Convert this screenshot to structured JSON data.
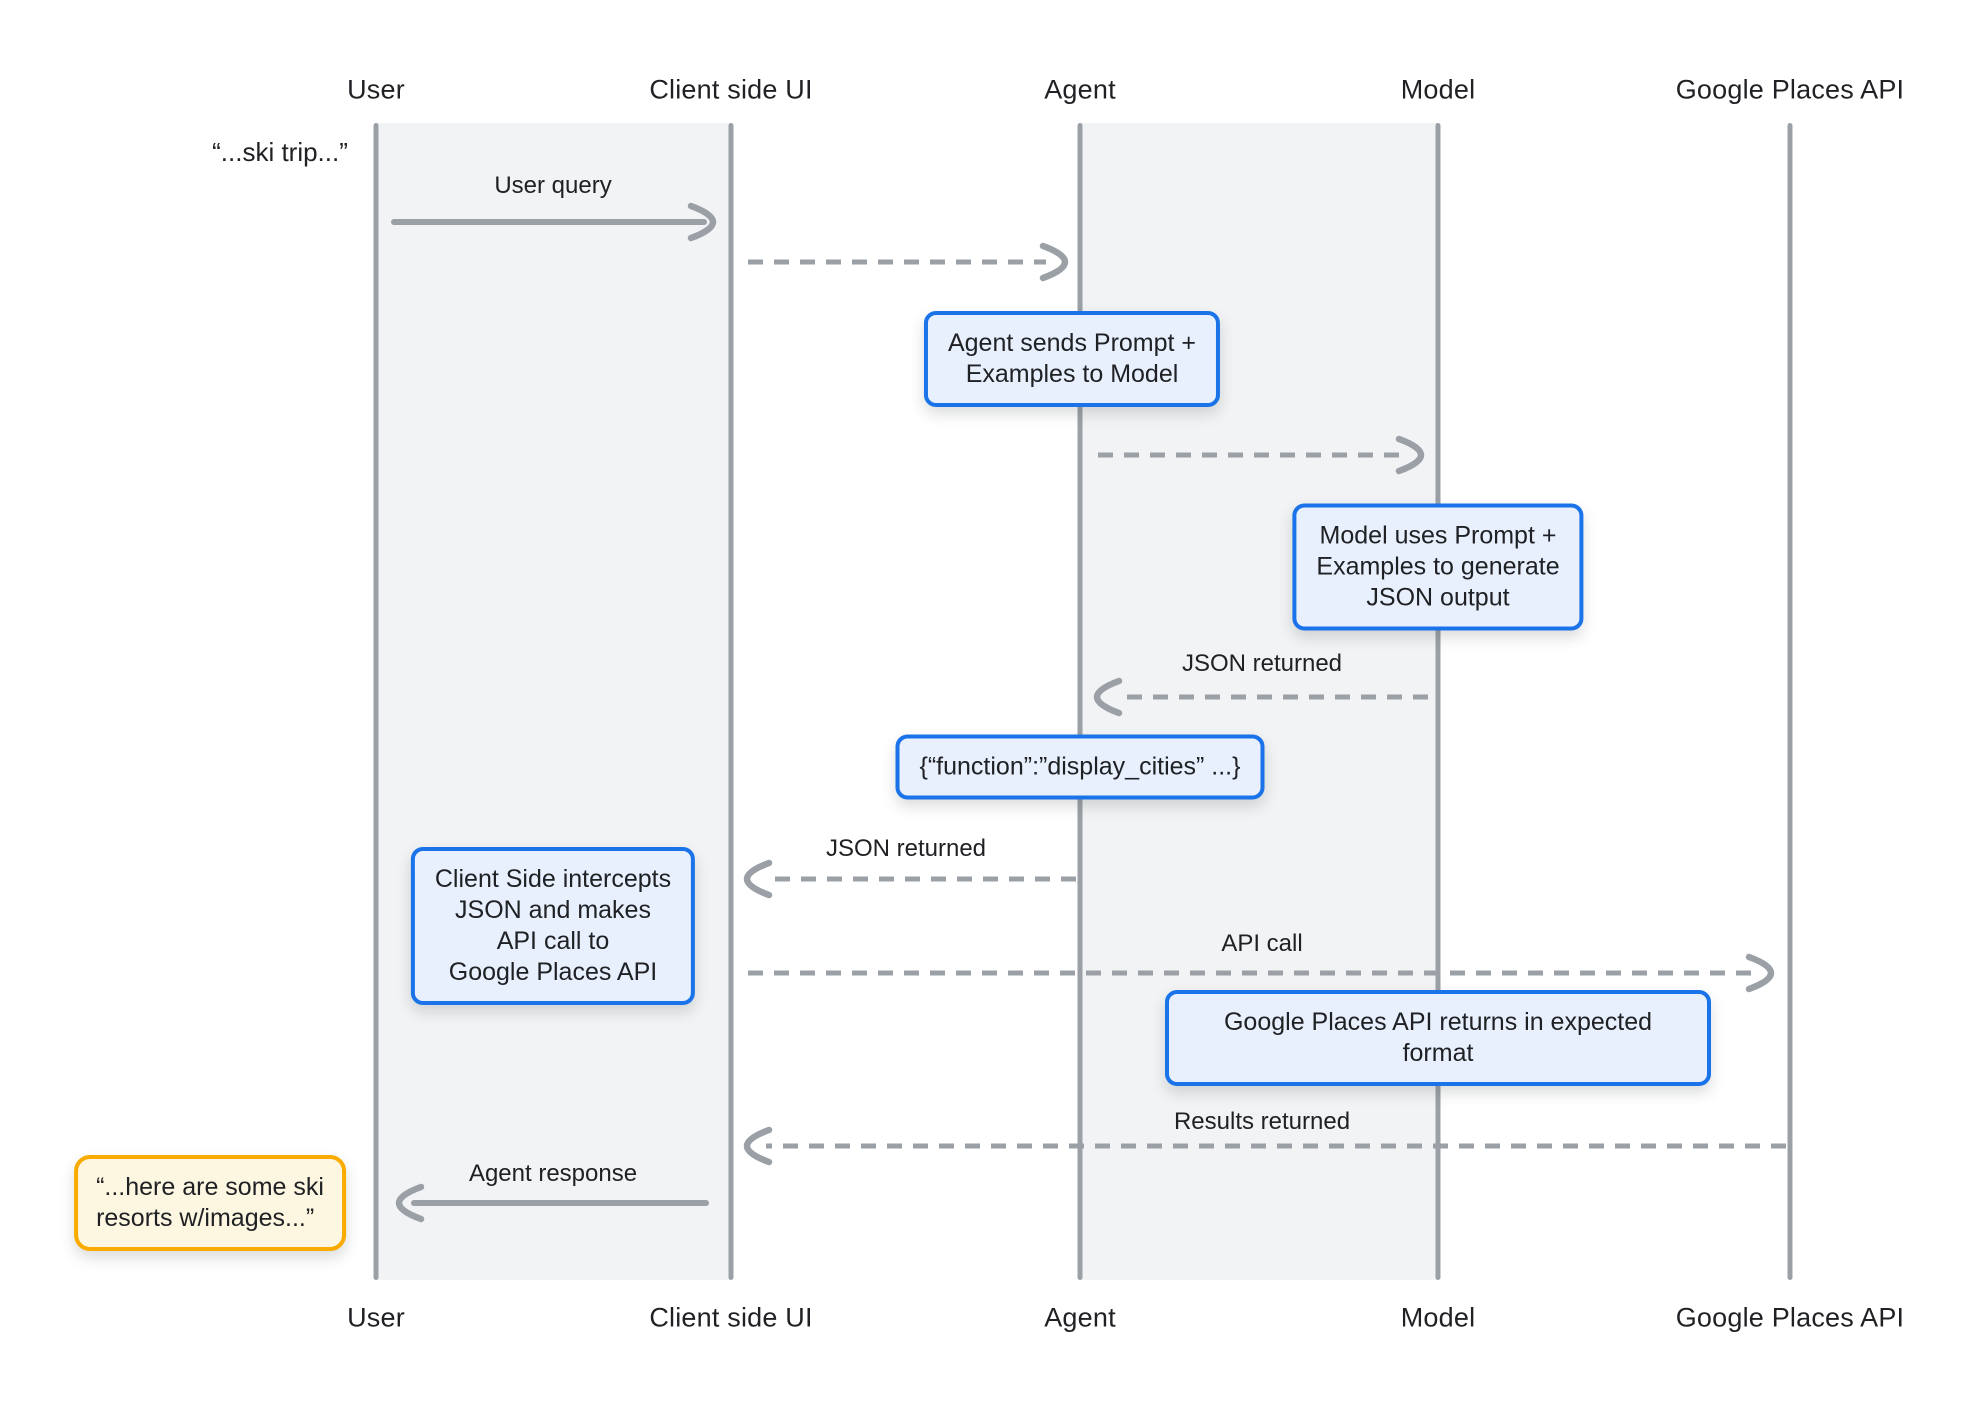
{
  "diagram": {
    "title": "Agent / client-side function-calling sequence diagram",
    "actors": [
      {
        "id": "user",
        "label": "User"
      },
      {
        "id": "client",
        "label": "Client side UI"
      },
      {
        "id": "agent",
        "label": "Agent"
      },
      {
        "id": "model",
        "label": "Model"
      },
      {
        "id": "places",
        "label": "Google Places API"
      }
    ],
    "messages": [
      {
        "id": "user-query",
        "label": "User query",
        "from": "user",
        "to": "client",
        "style": "solid"
      },
      {
        "id": "forward-to-agent",
        "label": "",
        "from": "client",
        "to": "agent",
        "style": "dashed"
      },
      {
        "id": "prompt-to-model",
        "label": "",
        "from": "agent",
        "to": "model",
        "style": "dashed"
      },
      {
        "id": "json-returned-model",
        "label": "JSON returned",
        "from": "model",
        "to": "agent",
        "style": "dashed"
      },
      {
        "id": "json-returned-client",
        "label": "JSON returned",
        "from": "agent",
        "to": "client",
        "style": "dashed"
      },
      {
        "id": "api-call",
        "label": "API call",
        "from": "client",
        "to": "places",
        "style": "dashed"
      },
      {
        "id": "results-returned",
        "label": "Results returned",
        "from": "places",
        "to": "client",
        "style": "dashed"
      },
      {
        "id": "agent-response",
        "label": "Agent response",
        "from": "client",
        "to": "user",
        "style": "solid"
      }
    ],
    "notes": [
      {
        "id": "user-quote",
        "style": "plain",
        "text": "“...ski trip...”"
      },
      {
        "id": "agent-sends",
        "style": "blue",
        "text": "Agent sends Prompt +\nExamples to Model"
      },
      {
        "id": "model-uses",
        "style": "blue",
        "text": "Model uses Prompt +\nExamples to generate\nJSON output"
      },
      {
        "id": "function-json",
        "style": "blue",
        "text": "{“function”:”display_cities” ...}"
      },
      {
        "id": "client-intercepts",
        "style": "blue",
        "text": "Client Side intercepts\nJSON and makes\nAPI call to\nGoogle Places API"
      },
      {
        "id": "places-returns",
        "style": "blue",
        "text": "Google Places API returns in expected format"
      },
      {
        "id": "agent-quote",
        "style": "orange",
        "text": "“...here are some ski\nresorts w/images...”"
      }
    ],
    "colors": {
      "accent_blue": "#1a73e8",
      "blue_fill": "#e8f0fe",
      "accent_orange": "#f9ab00",
      "orange_fill": "#fdf7e2",
      "band_gray": "#f1f3f4",
      "line_gray": "#9aa0a6",
      "text": "#202124"
    }
  }
}
